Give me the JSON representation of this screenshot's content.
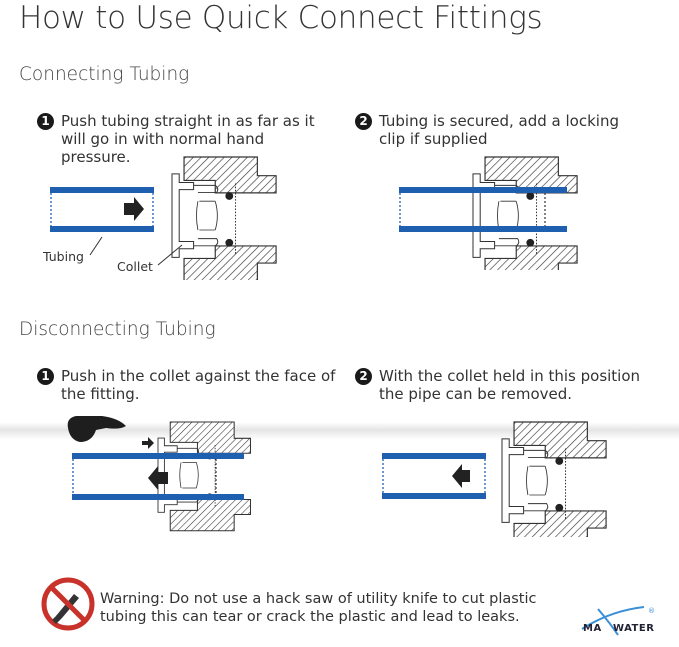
{
  "title": "How to Use Quick Connect Fittings",
  "connecting": {
    "heading": "Connecting Tubing",
    "steps": [
      {
        "number": "1",
        "text": "Push tubing straight in as far as it will go in with normal hand pressure."
      },
      {
        "number": "2",
        "text": "Tubing is secured, add a locking clip if supplied"
      }
    ],
    "labels": {
      "tubing": "Tubing",
      "collet": "Collet"
    }
  },
  "disconnecting": {
    "heading": "Disconnecting Tubing",
    "steps": [
      {
        "number": "1",
        "text": "Push in the collet against the face of the fitting."
      },
      {
        "number": "2",
        "text": "With the collet held in this position the pipe can be removed."
      }
    ]
  },
  "warning": {
    "text": "Warning: Do not use a hack saw of utility knife to cut plastic tubing this can tear or crack the plastic and lead to leaks.",
    "icon": "no-knife-icon"
  },
  "logo": {
    "left": "MA",
    "right": "WATER",
    "mark": "®"
  },
  "colors": {
    "tube_blue": "#1f5fb0",
    "hatch": "#333333",
    "warning_red": "#c8322b"
  }
}
